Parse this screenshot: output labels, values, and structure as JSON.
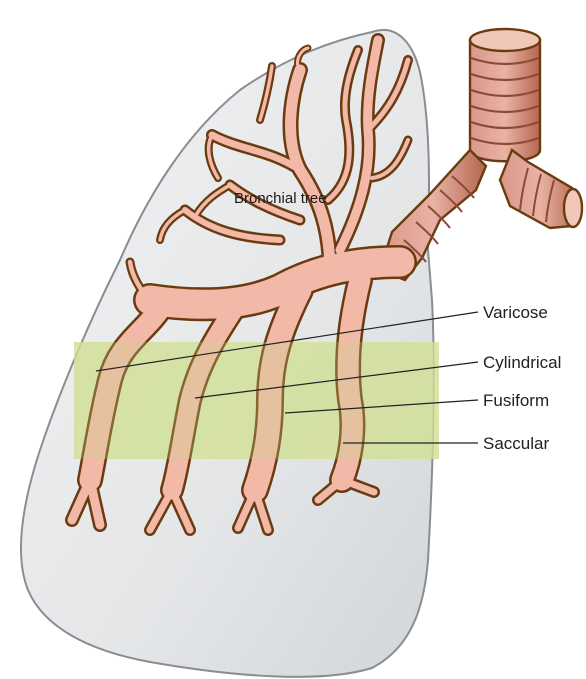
{
  "labels": {
    "bronchial_tree": "Bronchial tree",
    "varicose": "Varicose",
    "cylindrical": "Cylindrical",
    "fusiform": "Fusiform",
    "saccular": "Saccular"
  },
  "colors": {
    "lung_fill": "#e6e8ea",
    "lung_outline": "#8a8d91",
    "airway_fill": "#f2b9a9",
    "airway_outline": "#6b3b10",
    "trachea_fill": "#c9826c",
    "trachea_dark": "#8e4a35",
    "highlight_band": "#dde9a8"
  }
}
